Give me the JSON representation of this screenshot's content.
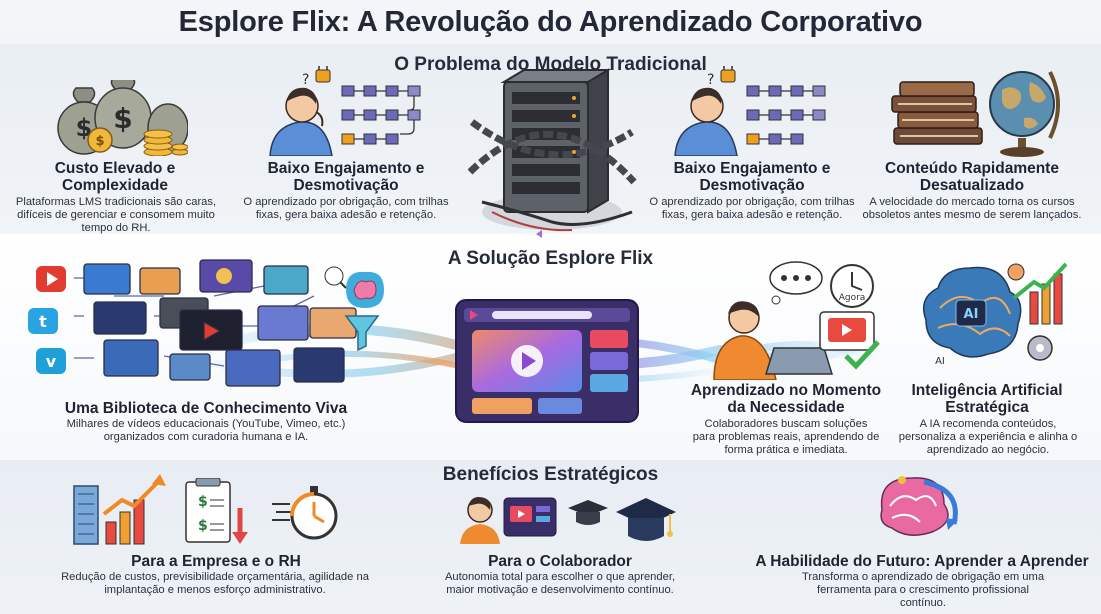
{
  "title": "Esplore Flix: A Revolução do Aprendizado Corporativo",
  "problem": {
    "section_title": "O Problema do Modelo Tradicional",
    "items": [
      {
        "heading": "Custo Elevado e Complexidade",
        "text": "Plataformas LMS tradicionais são caras, difíceis de gerenciar e consomem muito tempo do RH."
      },
      {
        "heading": "Baixo Engajamento e Desmotivação",
        "text": "O aprendizado por obrigação, com trilhas fixas, gera baixa adesão e retenção."
      },
      {
        "heading": "Baixo Engajamento e Desmotivação",
        "text": "O aprendizado por obrigação, com trilhas fixas, gera baixa adesão e retenção."
      },
      {
        "heading": "Conteúdo Rapidamente Desatualizado",
        "text": "A velocidade do mercado torna os cursos obsoletos antes mesmo de serem lançados."
      }
    ]
  },
  "solution": {
    "section_title": "A Solução Esplore Flix",
    "items": [
      {
        "heading": "Uma Biblioteca de Conhecimento Viva",
        "text": "Milhares de vídeos educacionais (YouTube, Vimeo, etc.) organizados com curadoria humana e IA."
      },
      {
        "heading": "Aprendizado no Momento da Necessidade",
        "text": "Colaboradores buscam soluções para problemas reais, aprendendo de forma prática e imediata."
      },
      {
        "heading": "Inteligência Artificial Estratégica",
        "text": "A IA recomenda conteúdos, personaliza a experiência e alinha o aprendizado ao negócio."
      }
    ],
    "clock_label": "Agora",
    "ai_label": "AI",
    "ai_small_label": "AI"
  },
  "benefits": {
    "section_title": "Benefícios Estratégicos",
    "items": [
      {
        "heading": "Para a Empresa e o RH",
        "text": "Redução de custos, previsibilidade orçamentária, agilidade na implantação e menos esforço administrativo."
      },
      {
        "heading": "Para o Colaborador",
        "text": "Autonomia total para escolher o que aprender, maior motivação e desenvolvimento contínuo."
      },
      {
        "heading": "A Habilidade do Futuro: Aprender a Aprender",
        "text": "Transforma o aprendizado de obrigação em uma ferramenta para o crescimento profissional contínuo."
      }
    ]
  },
  "colors": {
    "accent": "#7a4fd6",
    "orange": "#f08a24",
    "blue": "#2f7fd1",
    "red": "#e04646",
    "green": "#3fb24f"
  },
  "icons": [
    "money-bags-icon",
    "stressed-person-icon",
    "chained-server-icon",
    "old-books-icon",
    "globe-icon",
    "video-network-icon",
    "brain-icon",
    "funnel-icon",
    "video-player-icon",
    "laptop-person-icon",
    "clock-icon",
    "ai-brain-icon",
    "growth-chart-icon",
    "invoice-icon",
    "stopwatch-icon",
    "graduation-cap-icon",
    "learning-brain-icon"
  ]
}
